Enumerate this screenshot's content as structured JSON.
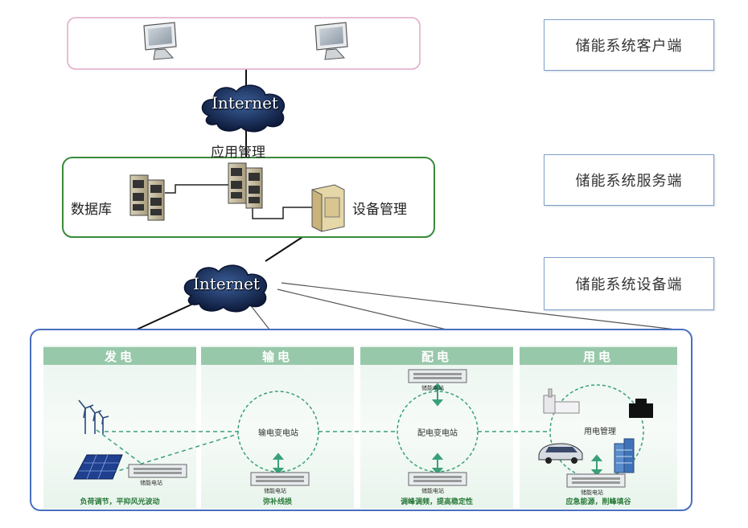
{
  "labels": {
    "client": "储能系统客户端",
    "server": "储能系统服务端",
    "device": "储能系统设备端"
  },
  "clouds": {
    "top": "Internet",
    "bottom": "Internet"
  },
  "server_block": {
    "app_mgmt": "应用管理",
    "database": "数据库",
    "device_mgmt": "设备管理"
  },
  "columns": [
    {
      "title": "发电",
      "caption": "负荷调节，平抑风光波动"
    },
    {
      "title": "输电",
      "caption": "弥补线损"
    },
    {
      "title": "配电",
      "caption": "调峰调频，提高稳定性"
    },
    {
      "title": "用电",
      "caption": "应急能源，削峰填谷"
    }
  ],
  "nodes": {
    "transmission": "输电变电站",
    "distribution": "配电变电站",
    "usage": "用电管理"
  },
  "storage_label": "储能电站",
  "colors": {
    "client_border": "#e0a8c8",
    "server_border": "#3a8a3a",
    "device_border": "#4a6fc0",
    "column_header": "#98c8aa",
    "dashed": "#3aa07a"
  }
}
